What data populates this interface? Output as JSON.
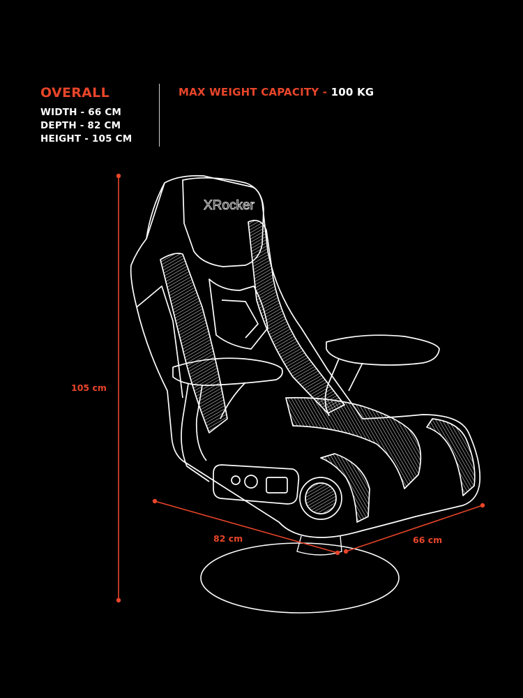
{
  "overall": {
    "heading": "OVERALL",
    "width": "WIDTH - 66 CM",
    "depth": "DEPTH - 82 CM",
    "height": "HEIGHT - 105 CM"
  },
  "capacity": {
    "label": "MAX WEIGHT CAPACITY - ",
    "value": "100 KG"
  },
  "dimensions": {
    "height": "105 cm",
    "depth": "82 cm",
    "width": "66 cm"
  },
  "brand": "XRocker",
  "colors": {
    "accent": "#e8452a",
    "background": "#000000",
    "line": "#ffffff"
  }
}
